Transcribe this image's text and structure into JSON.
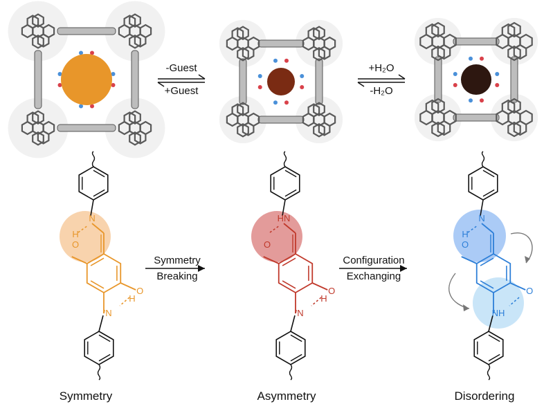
{
  "frameworks": [
    {
      "pore_color": "#e8962a",
      "state": "open"
    },
    {
      "pore_color": "#7a2b13",
      "state": "closed"
    },
    {
      "pore_color": "#2d1710",
      "state": "hydrated"
    }
  ],
  "top_arrows": [
    {
      "upper": "-Guest",
      "lower": "+Guest"
    },
    {
      "upper": "+H₂O",
      "lower": "-H₂O"
    }
  ],
  "bottom_arrows": [
    {
      "upper": "Symmetry",
      "lower": "Breaking"
    },
    {
      "upper": "Configuration",
      "lower": "Exchanging"
    }
  ],
  "molecules": [
    {
      "caption": "Symmetry",
      "color": "#e8962a",
      "halo": "#f6c491",
      "top_n": "N",
      "top_h": "H",
      "top_o": "O",
      "bottom_o": "O",
      "bottom_n": "N",
      "bottom_h": "H"
    },
    {
      "caption": "Asymmetry",
      "color": "#c0392b",
      "halo": "#d97a78",
      "top_n": "HN",
      "top_h": "",
      "top_o": "O",
      "bottom_o": "O",
      "bottom_n": "N",
      "bottom_h": "H"
    },
    {
      "caption": "Disordering",
      "color": "#2d7fd8",
      "halo": "#8fbaf3",
      "top_n": "N",
      "top_h": "H",
      "top_o": "O",
      "bottom_o": "O",
      "bottom_n": "NH",
      "bottom_h": ""
    }
  ],
  "icons": {
    "exchange": "curved-exchange-arrows-icon"
  }
}
